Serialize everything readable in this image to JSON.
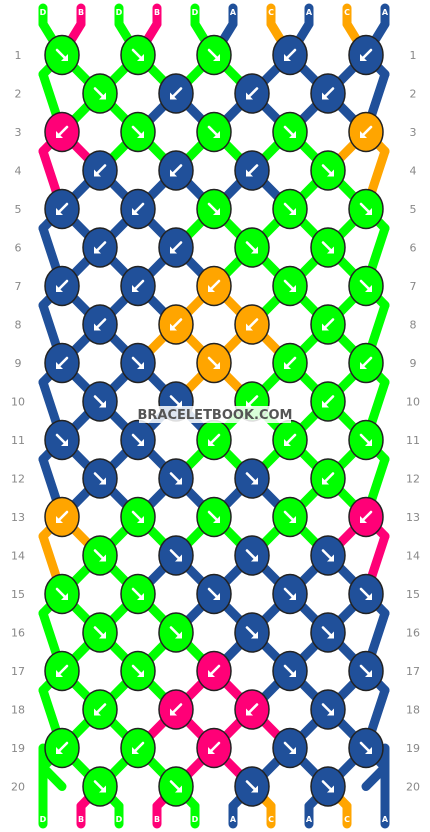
{
  "watermark": "BRACELETBOOK.COM",
  "colors": {
    "D": "#00ff00",
    "B": "#ff0077",
    "A": "#20509a",
    "C": "#ffa500"
  },
  "strands_top": [
    "D",
    "B",
    "D",
    "B",
    "D",
    "A",
    "C",
    "A",
    "C",
    "A"
  ],
  "strands_bottom": [
    "D",
    "B",
    "D",
    "B",
    "D",
    "A",
    "C",
    "A",
    "C",
    "A"
  ],
  "row_labels": [
    "1",
    "2",
    "3",
    "4",
    "5",
    "6",
    "7",
    "8",
    "9",
    "10",
    "11",
    "12",
    "13",
    "14",
    "15",
    "16",
    "17",
    "18",
    "19",
    "20"
  ],
  "knots": [
    [
      [
        "D",
        "SE"
      ],
      [
        "D",
        "SE"
      ],
      [
        "D",
        "SE"
      ],
      [
        "A",
        "SW"
      ],
      [
        "A",
        "SW"
      ]
    ],
    [
      [
        "D",
        "SE"
      ],
      [
        "A",
        "SW"
      ],
      [
        "A",
        "SW"
      ],
      [
        "A",
        "SW"
      ]
    ],
    [
      [
        "B",
        "SW"
      ],
      [
        "D",
        "SE"
      ],
      [
        "D",
        "SE"
      ],
      [
        "D",
        "SE"
      ],
      [
        "C",
        "SW"
      ]
    ],
    [
      [
        "A",
        "SW"
      ],
      [
        "A",
        "SW"
      ],
      [
        "A",
        "SW"
      ],
      [
        "D",
        "SE"
      ]
    ],
    [
      [
        "A",
        "SW"
      ],
      [
        "A",
        "SW"
      ],
      [
        "D",
        "SE"
      ],
      [
        "D",
        "SE"
      ],
      [
        "D",
        "SE"
      ]
    ],
    [
      [
        "A",
        "SW"
      ],
      [
        "A",
        "SW"
      ],
      [
        "D",
        "SE"
      ],
      [
        "D",
        "SE"
      ]
    ],
    [
      [
        "A",
        "SW"
      ],
      [
        "A",
        "SW"
      ],
      [
        "C",
        "SW"
      ],
      [
        "D",
        "SE"
      ],
      [
        "D",
        "SE"
      ]
    ],
    [
      [
        "A",
        "SW"
      ],
      [
        "C",
        "SW"
      ],
      [
        "C",
        "SW"
      ],
      [
        "D",
        "SW"
      ]
    ],
    [
      [
        "A",
        "SW"
      ],
      [
        "A",
        "SE"
      ],
      [
        "C",
        "SE"
      ],
      [
        "D",
        "SW"
      ],
      [
        "D",
        "SW"
      ]
    ],
    [
      [
        "A",
        "SE"
      ],
      [
        "A",
        "SE"
      ],
      [
        "D",
        "SW"
      ],
      [
        "D",
        "SW"
      ]
    ],
    [
      [
        "A",
        "SE"
      ],
      [
        "A",
        "SE"
      ],
      [
        "D",
        "SW"
      ],
      [
        "D",
        "SW"
      ],
      [
        "D",
        "SE"
      ]
    ],
    [
      [
        "A",
        "SE"
      ],
      [
        "A",
        "SE"
      ],
      [
        "A",
        "SE"
      ],
      [
        "D",
        "SW"
      ]
    ],
    [
      [
        "C",
        "SW"
      ],
      [
        "D",
        "SE"
      ],
      [
        "D",
        "SE"
      ],
      [
        "D",
        "SE"
      ],
      [
        "B",
        "SW"
      ]
    ],
    [
      [
        "D",
        "SE"
      ],
      [
        "A",
        "SE"
      ],
      [
        "A",
        "SE"
      ],
      [
        "A",
        "SE"
      ]
    ],
    [
      [
        "D",
        "SE"
      ],
      [
        "D",
        "SE"
      ],
      [
        "A",
        "SE"
      ],
      [
        "A",
        "SE"
      ],
      [
        "A",
        "SE"
      ]
    ],
    [
      [
        "D",
        "SE"
      ],
      [
        "D",
        "SE"
      ],
      [
        "A",
        "SE"
      ],
      [
        "A",
        "SE"
      ]
    ],
    [
      [
        "D",
        "SW"
      ],
      [
        "D",
        "SE"
      ],
      [
        "B",
        "SW"
      ],
      [
        "A",
        "SE"
      ],
      [
        "A",
        "SE"
      ]
    ],
    [
      [
        "D",
        "SW"
      ],
      [
        "B",
        "SW"
      ],
      [
        "B",
        "SW"
      ],
      [
        "A",
        "SE"
      ]
    ],
    [
      [
        "D",
        "SW"
      ],
      [
        "D",
        "SW"
      ],
      [
        "B",
        "SW"
      ],
      [
        "A",
        "SE"
      ],
      [
        "A",
        "SE"
      ]
    ],
    [
      [
        "D",
        "SE"
      ],
      [
        "D",
        "SE"
      ],
      [
        "A",
        "SE"
      ],
      [
        "A",
        "SE"
      ]
    ]
  ]
}
